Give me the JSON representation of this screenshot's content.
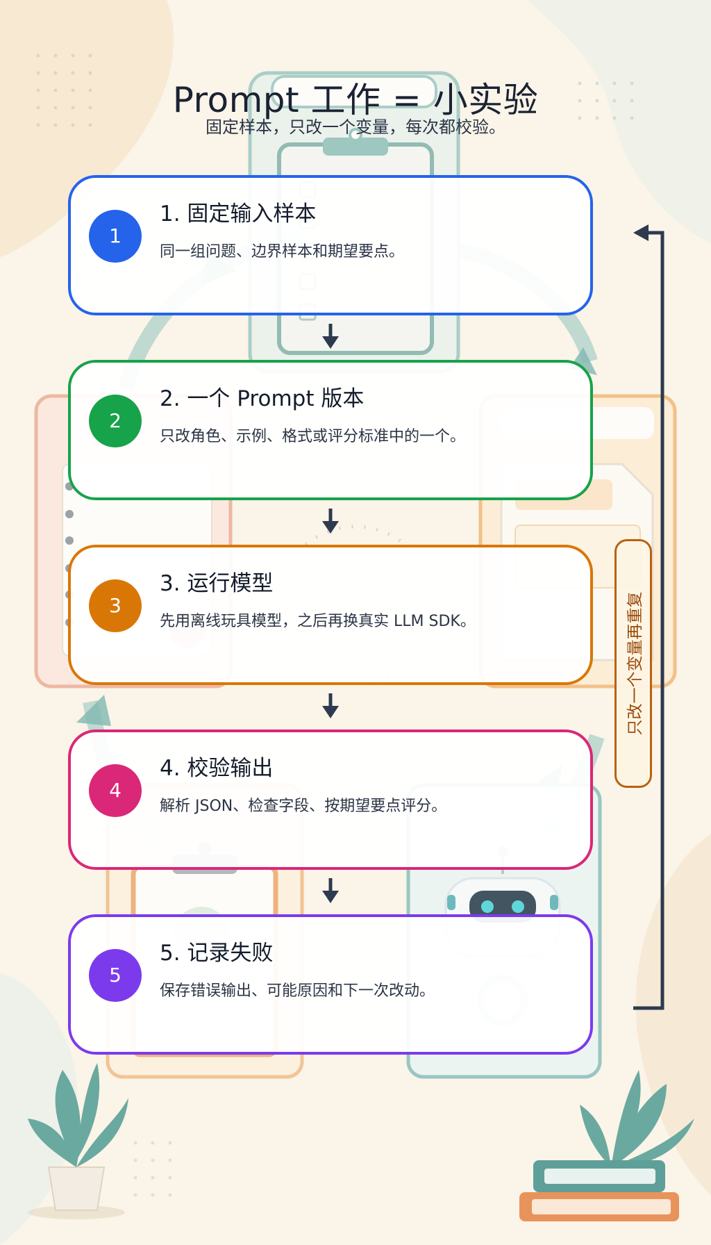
{
  "title": "Prompt 工作 = 小实验",
  "subtitle": "固定样本，只改一个变量，每次都校验。",
  "side_label": "只改一个变量再重复",
  "steps": [
    {
      "num": "1",
      "title": "1. 固定输入样本",
      "desc": "同一组问题、边界样本和期望要点。",
      "color": "#2563eb"
    },
    {
      "num": "2",
      "title": "2. 一个 Prompt 版本",
      "desc": "只改角色、示例、格式或评分标准中的一个。",
      "color": "#16a34a"
    },
    {
      "num": "3",
      "title": "3. 运行模型",
      "desc": "先用离线玩具模型，之后再换真实 LLM SDK。",
      "color": "#d97706"
    },
    {
      "num": "4",
      "title": "4. 校验输出",
      "desc": "解析 JSON、检查字段、按期望要点评分。",
      "color": "#db2777"
    },
    {
      "num": "5",
      "title": "5. 记录失败",
      "desc": "保存错误输出、可能原因和下一次改动。",
      "color": "#7c3aed"
    }
  ],
  "colors": {
    "background": "#fbf4e8",
    "arrow": "#2d3a4f",
    "side_label_border": "#b8620f"
  }
}
